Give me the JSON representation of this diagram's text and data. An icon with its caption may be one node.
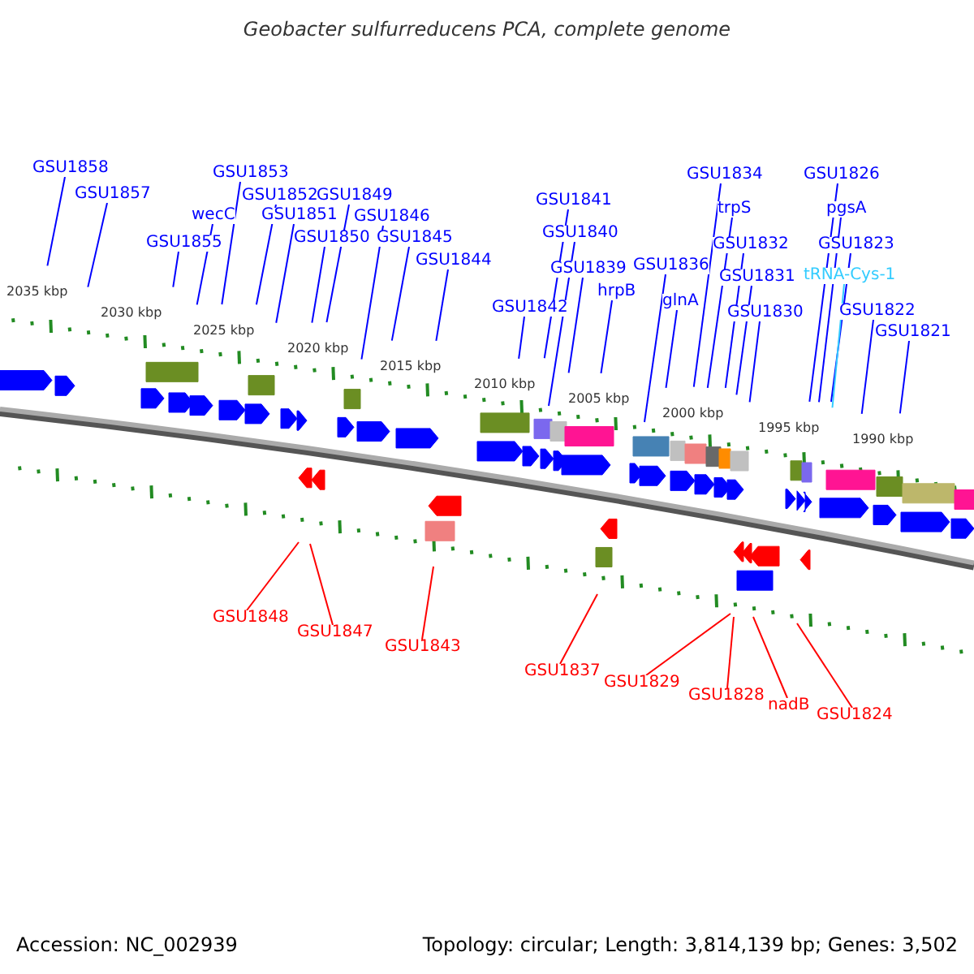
{
  "diagram": {
    "title": "Geobacter sulfurreducens PCA, complete genome",
    "nodes": [
      {
        "text": [
          "GSU1858"
        ]
      },
      {
        "text": [
          "GSU1857"
        ]
      },
      {
        "text": [
          "GSU1853"
        ]
      },
      {
        "text": [
          "wecC"
        ]
      },
      {
        "text": [
          "GSU1852"
        ]
      },
      {
        "text": [
          "GSU1849"
        ]
      },
      {
        "text": [
          "GSU1855"
        ]
      },
      {
        "text": [
          "GSU1851"
        ]
      },
      {
        "text": [
          "GSU1846"
        ]
      },
      {
        "text": [
          "GSU1850"
        ]
      },
      {
        "text": [
          "GSU1845"
        ]
      },
      {
        "text": [
          "GSU1844"
        ]
      },
      {
        "text": [
          "GSU1841"
        ]
      },
      {
        "text": [
          "GSU1840"
        ]
      },
      {
        "text": [
          "GSU1839"
        ]
      },
      {
        "text": [
          "GSU1842"
        ]
      },
      {
        "text": [
          "hrpB"
        ]
      },
      {
        "text": [
          "GSU1834"
        ]
      },
      {
        "text": [
          "trpS"
        ]
      },
      {
        "text": [
          "GSU1836"
        ]
      },
      {
        "text": [
          "GSU1832"
        ]
      },
      {
        "text": [
          "glnA"
        ]
      },
      {
        "text": [
          "GSU1831"
        ]
      },
      {
        "text": [
          "GSU1830"
        ]
      },
      {
        "text": [
          "GSU1826"
        ]
      },
      {
        "text": [
          "pgsA"
        ]
      },
      {
        "text": [
          "GSU1823"
        ]
      },
      {
        "text": [
          "tRNA-Cys-1"
        ]
      },
      {
        "text": [
          "GSU1822"
        ]
      },
      {
        "text": [
          "GSU1821"
        ]
      },
      {
        "text": [
          "GSU1848"
        ]
      },
      {
        "text": [
          "GSU1847"
        ]
      },
      {
        "text": [
          "GSU1843"
        ]
      },
      {
        "text": [
          "GSU1837"
        ]
      },
      {
        "text": [
          "GSU1829"
        ]
      },
      {
        "text": [
          "GSU1828"
        ]
      },
      {
        "text": [
          "nadB"
        ]
      },
      {
        "text": [
          "GSU1824"
        ]
      }
    ],
    "edges": [
      {
        "from": 0,
        "to": null,
        "arrow": "none"
      },
      {
        "from": 1,
        "to": null,
        "arrow": "none"
      },
      {
        "from": 2,
        "to": null,
        "arrow": "none"
      },
      {
        "from": 3,
        "to": null,
        "arrow": "none"
      },
      {
        "from": 4,
        "to": null,
        "arrow": "none"
      },
      {
        "from": 5,
        "to": null,
        "arrow": "none"
      },
      {
        "from": 6,
        "to": null,
        "arrow": "none"
      },
      {
        "from": 7,
        "to": null,
        "arrow": "none"
      },
      {
        "from": 8,
        "to": null,
        "arrow": "none"
      },
      {
        "from": 9,
        "to": null,
        "arrow": "none"
      },
      {
        "from": 10,
        "to": null,
        "arrow": "none"
      },
      {
        "from": 11,
        "to": null,
        "arrow": "none"
      },
      {
        "from": 12,
        "to": null,
        "arrow": "none"
      },
      {
        "from": 13,
        "to": null,
        "arrow": "none"
      },
      {
        "from": 14,
        "to": null,
        "arrow": "none"
      },
      {
        "from": 15,
        "to": null,
        "arrow": "none"
      },
      {
        "from": 16,
        "to": null,
        "arrow": "none"
      },
      {
        "from": 17,
        "to": null,
        "arrow": "none"
      },
      {
        "from": 18,
        "to": null,
        "arrow": "none"
      },
      {
        "from": 19,
        "to": null,
        "arrow": "none"
      },
      {
        "from": 20,
        "to": null,
        "arrow": "none"
      },
      {
        "from": 21,
        "to": null,
        "arrow": "none"
      },
      {
        "from": 22,
        "to": null,
        "arrow": "none"
      },
      {
        "from": 23,
        "to": null,
        "arrow": "none"
      },
      {
        "from": 24,
        "to": null,
        "arrow": "none"
      },
      {
        "from": 25,
        "to": null,
        "arrow": "none"
      },
      {
        "from": 26,
        "to": null,
        "arrow": "none"
      },
      {
        "from": 27,
        "to": null,
        "arrow": "none",
        "color": "#33ccff"
      },
      {
        "from": 28,
        "to": null,
        "arrow": "none"
      },
      {
        "from": 29,
        "to": null,
        "arrow": "none"
      },
      {
        "from": 30,
        "to": null,
        "arrow": "none",
        "color": "#ff0000"
      },
      {
        "from": 31,
        "to": null,
        "arrow": "none",
        "color": "#ff0000"
      },
      {
        "from": 32,
        "to": null,
        "arrow": "none",
        "color": "#ff0000"
      },
      {
        "from": 33,
        "to": null,
        "arrow": "none",
        "color": "#ff0000"
      },
      {
        "from": 34,
        "to": null,
        "arrow": "none",
        "color": "#ff0000"
      },
      {
        "from": 35,
        "to": null,
        "arrow": "none",
        "color": "#ff0000"
      },
      {
        "from": 36,
        "to": null,
        "arrow": "none",
        "color": "#ff0000"
      },
      {
        "from": 37,
        "to": null,
        "arrow": "none",
        "color": "#ff0000"
      }
    ],
    "labels": [
      "2035 kbp",
      "2030 kbp",
      "2025 kbp",
      "2020 kbp",
      "2015 kbp",
      "2010 kbp",
      "2005 kbp",
      "2000 kbp",
      "1995 kbp",
      "1990 kbp",
      "Accession: NC_002939",
      "Topology: circular; Length: 3,814,139 bp; Genes: 3,502"
    ]
  }
}
